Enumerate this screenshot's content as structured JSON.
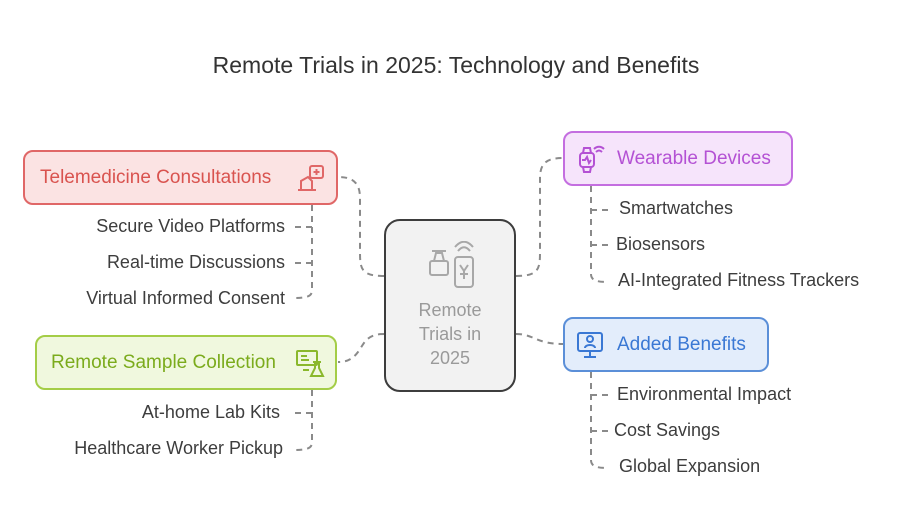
{
  "title": "Remote Trials in 2025: Technology and Benefits",
  "center": {
    "line1": "Remote",
    "line2": "Trials in",
    "line3": "2025"
  },
  "branches": [
    {
      "label": "Telemedicine Consultations",
      "icon": "medical-device-icon",
      "color": "#e06767",
      "items": [
        "Secure Video Platforms",
        "Real-time Discussions",
        "Virtual Informed Consent"
      ]
    },
    {
      "label": "Remote Sample Collection",
      "icon": "monitor-flask-icon",
      "color": "#a4cd47",
      "items": [
        "At-home Lab Kits",
        "Healthcare Worker Pickup"
      ]
    },
    {
      "label": "Wearable Devices",
      "icon": "smartwatch-icon",
      "color": "#c46ee0",
      "items": [
        "Smartwatches",
        "Biosensors",
        "AI-Integrated Fitness Trackers"
      ]
    },
    {
      "label": "Added Benefits",
      "icon": "person-screen-icon",
      "color": "#5b8fd8",
      "items": [
        "Environmental Impact",
        "Cost Savings",
        "Global Expansion"
      ]
    }
  ]
}
